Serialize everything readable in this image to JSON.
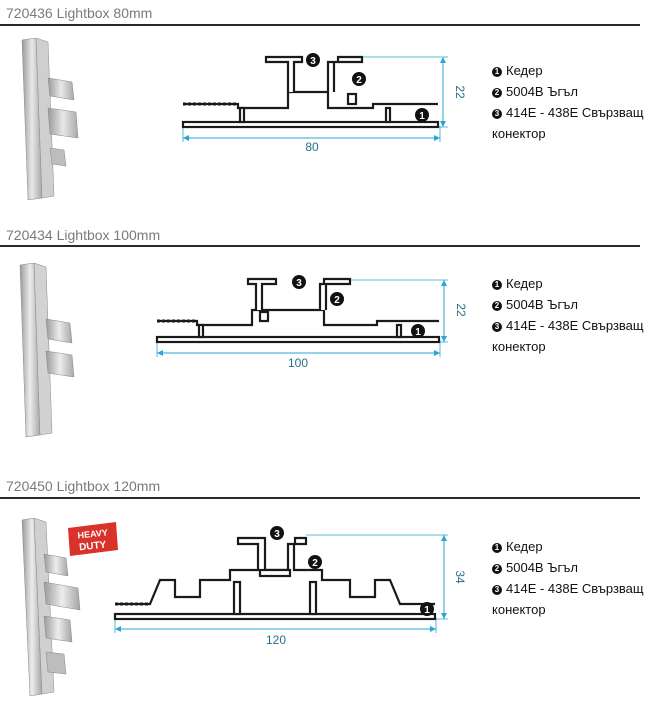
{
  "sections": [
    {
      "title": "720436 Lightbox 80mm",
      "width_label": "80",
      "height_label": "22",
      "markers": [
        "1",
        "2",
        "3"
      ],
      "legend": [
        {
          "num": "1",
          "text": "Кедер"
        },
        {
          "num": "2",
          "text": "5004B Ъгъл"
        },
        {
          "num": "3",
          "text": "414E - 438E Свързващ"
        },
        {
          "num": "",
          "text": "конектор"
        }
      ]
    },
    {
      "title": "720434 Lightbox 100mm",
      "width_label": "100",
      "height_label": "22",
      "markers": [
        "1",
        "2",
        "3"
      ],
      "legend": [
        {
          "num": "1",
          "text": "Кедер"
        },
        {
          "num": "2",
          "text": "5004B Ъгъл"
        },
        {
          "num": "3",
          "text": "414E - 438E Свързващ"
        },
        {
          "num": "",
          "text": "конектор"
        }
      ]
    },
    {
      "title": "720450 Lightbox 120mm",
      "width_label": "120",
      "height_label": "34",
      "markers": [
        "1",
        "2",
        "3"
      ],
      "badge": {
        "line1": "HEAVY",
        "line2": "DUTY"
      },
      "legend": [
        {
          "num": "1",
          "text": "Кедер"
        },
        {
          "num": "2",
          "text": "5004B Ъгъл"
        },
        {
          "num": "3",
          "text": "414E - 438E Свързващ"
        },
        {
          "num": "",
          "text": "конектор"
        }
      ]
    }
  ],
  "colors": {
    "dimension": "#2aa6d6",
    "profile": "#1a1a1a",
    "rule": "#2a2a2a",
    "badge": "#d9322a"
  }
}
